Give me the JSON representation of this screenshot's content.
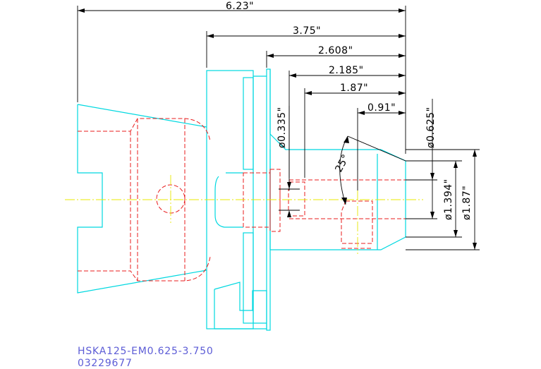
{
  "dimensions": {
    "overall_length": "6.23\"",
    "length_375": "3.75\"",
    "length_2608": "2.608\"",
    "length_2185": "2.185\"",
    "length_187": "1.87\"",
    "length_091": "0.91\"",
    "dia_0335": "ø0.335\"",
    "dia_0625": "ø0.625\"",
    "dia_1394": "ø1.394\"",
    "dia_187": "ø1.87\"",
    "angle": "25°"
  },
  "title_block": {
    "part_number": "HSKA125-EM0.625-3.750",
    "item_number": "03229677"
  },
  "colors": {
    "outline": "#00d8e0",
    "hidden": "#e81c1c",
    "centerline": "#e8e800",
    "dimension": "#000000",
    "title": "#5c5cd6"
  }
}
